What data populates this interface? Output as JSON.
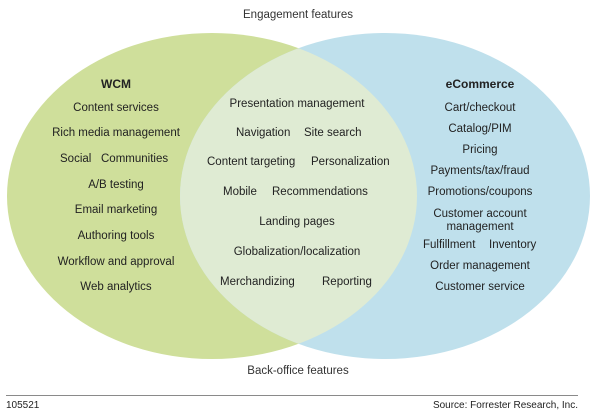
{
  "top_label": "Engagement features",
  "bottom_label": "Back-office features",
  "left_set": {
    "title": "WCM",
    "items": [
      "Content services",
      "Rich media management",
      "Social",
      "Communities",
      "A/B testing",
      "Email marketing",
      "Authoring tools",
      "Workflow and approval",
      "Web analytics"
    ]
  },
  "overlap": {
    "items": [
      "Presentation management",
      "Navigation",
      "Site search",
      "Content targeting",
      "Personalization",
      "Mobile",
      "Recommendations",
      "Landing pages",
      "Globalization/localization",
      "Merchandizing",
      "Reporting"
    ]
  },
  "right_set": {
    "title": "eCommerce",
    "items": [
      "Cart/checkout",
      "Catalog/PIM",
      "Pricing",
      "Payments/tax/fraud",
      "Promotions/coupons",
      "Customer account management",
      "Fulfillment",
      "Inventory",
      "Order management",
      "Customer service"
    ]
  },
  "footer": {
    "figure_id": "105521",
    "source": "Source: Forrester Research, Inc."
  },
  "colors": {
    "left_fill": "#cfdf9b",
    "right_fill": "#bfe0ec",
    "overlap_fill": "#dfebd3"
  }
}
